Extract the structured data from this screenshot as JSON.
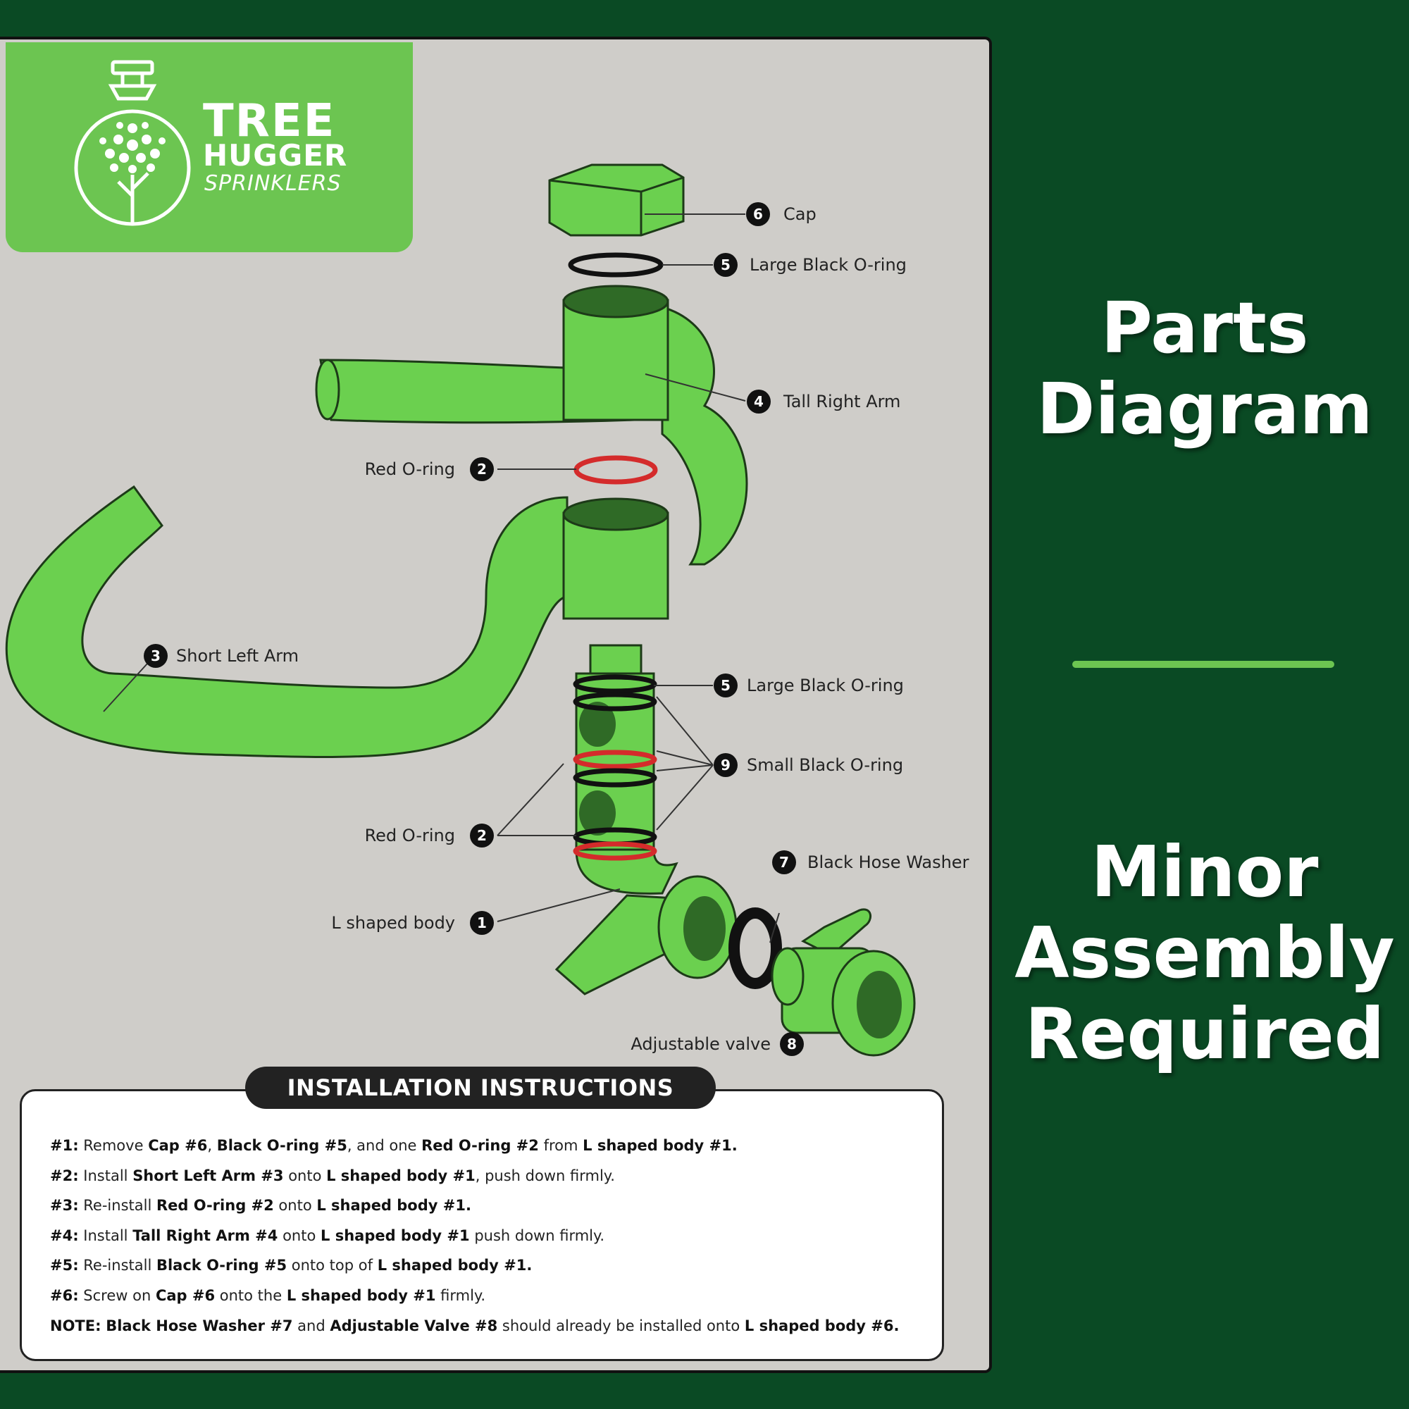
{
  "logo": {
    "line1": "TREE",
    "line2": "HUGGER",
    "line3": "SPRINKLERS"
  },
  "callouts": [
    {
      "num": "6",
      "label": "Cap"
    },
    {
      "num": "5",
      "label": "Large Black O-ring"
    },
    {
      "num": "4",
      "label": "Tall Right Arm"
    },
    {
      "num": "2",
      "label": "Red O-ring"
    },
    {
      "num": "3",
      "label": "Short Left Arm"
    },
    {
      "num": "5",
      "label": "Large Black O-ring"
    },
    {
      "num": "9",
      "label": "Small Black O-ring"
    },
    {
      "num": "2",
      "label": "Red O-ring"
    },
    {
      "num": "7",
      "label": "Black Hose Washer"
    },
    {
      "num": "1",
      "label": "L shaped body"
    },
    {
      "num": "8",
      "label": "Adjustable valve"
    }
  ],
  "instructions": {
    "title": "INSTALLATION INSTRUCTIONS",
    "steps": [
      [
        {
          "t": "#1:",
          "b": true
        },
        {
          "t": " Remove "
        },
        {
          "t": "Cap #6",
          "b": true
        },
        {
          "t": ", "
        },
        {
          "t": "Black O-ring #5",
          "b": true
        },
        {
          "t": ", and one "
        },
        {
          "t": "Red O-ring #2",
          "b": true
        },
        {
          "t": " from "
        },
        {
          "t": "L shaped body #1.",
          "b": true
        }
      ],
      [
        {
          "t": "#2:",
          "b": true
        },
        {
          "t": " Install "
        },
        {
          "t": "Short Left Arm #3",
          "b": true
        },
        {
          "t": " onto "
        },
        {
          "t": "L shaped body #1",
          "b": true
        },
        {
          "t": ", push down firmly."
        }
      ],
      [
        {
          "t": "#3:",
          "b": true
        },
        {
          "t": " Re-install "
        },
        {
          "t": "Red O-ring #2",
          "b": true
        },
        {
          "t": " onto "
        },
        {
          "t": "L shaped body #1.",
          "b": true
        }
      ],
      [
        {
          "t": "#4:",
          "b": true
        },
        {
          "t": " Install "
        },
        {
          "t": "Tall Right Arm #4",
          "b": true
        },
        {
          "t": " onto "
        },
        {
          "t": "L shaped body #1",
          "b": true
        },
        {
          "t": " push down firmly."
        }
      ],
      [
        {
          "t": "#5:",
          "b": true
        },
        {
          "t": " Re-install "
        },
        {
          "t": "Black O-ring #5",
          "b": true
        },
        {
          "t": " onto top of "
        },
        {
          "t": "L shaped body #1.",
          "b": true
        }
      ],
      [
        {
          "t": "#6:",
          "b": true
        },
        {
          "t": " Screw on "
        },
        {
          "t": "Cap #6",
          "b": true
        },
        {
          "t": " onto the "
        },
        {
          "t": "L shaped body #1",
          "b": true
        },
        {
          "t": " firmly."
        }
      ],
      [
        {
          "t": "NOTE:",
          "b": true
        },
        {
          "t": " "
        },
        {
          "t": "Black Hose Washer #7",
          "b": true
        },
        {
          "t": " and "
        },
        {
          "t": "Adjustable Valve #8",
          "b": true
        },
        {
          "t": " should already be installed onto "
        },
        {
          "t": "L shaped body #6.",
          "b": true
        }
      ]
    ]
  },
  "side": {
    "title_lines": [
      "Parts",
      "Diagram"
    ],
    "subtitle_lines": [
      "Minor",
      "Assembly",
      "Required"
    ]
  },
  "colors": {
    "background": "#0a4a24",
    "brand_green": "#6cc551",
    "part_green": "#6bd04f",
    "part_shadow": "#2f6a26",
    "o_ring_red": "#d42b2b",
    "card": "#cfcdc9"
  }
}
